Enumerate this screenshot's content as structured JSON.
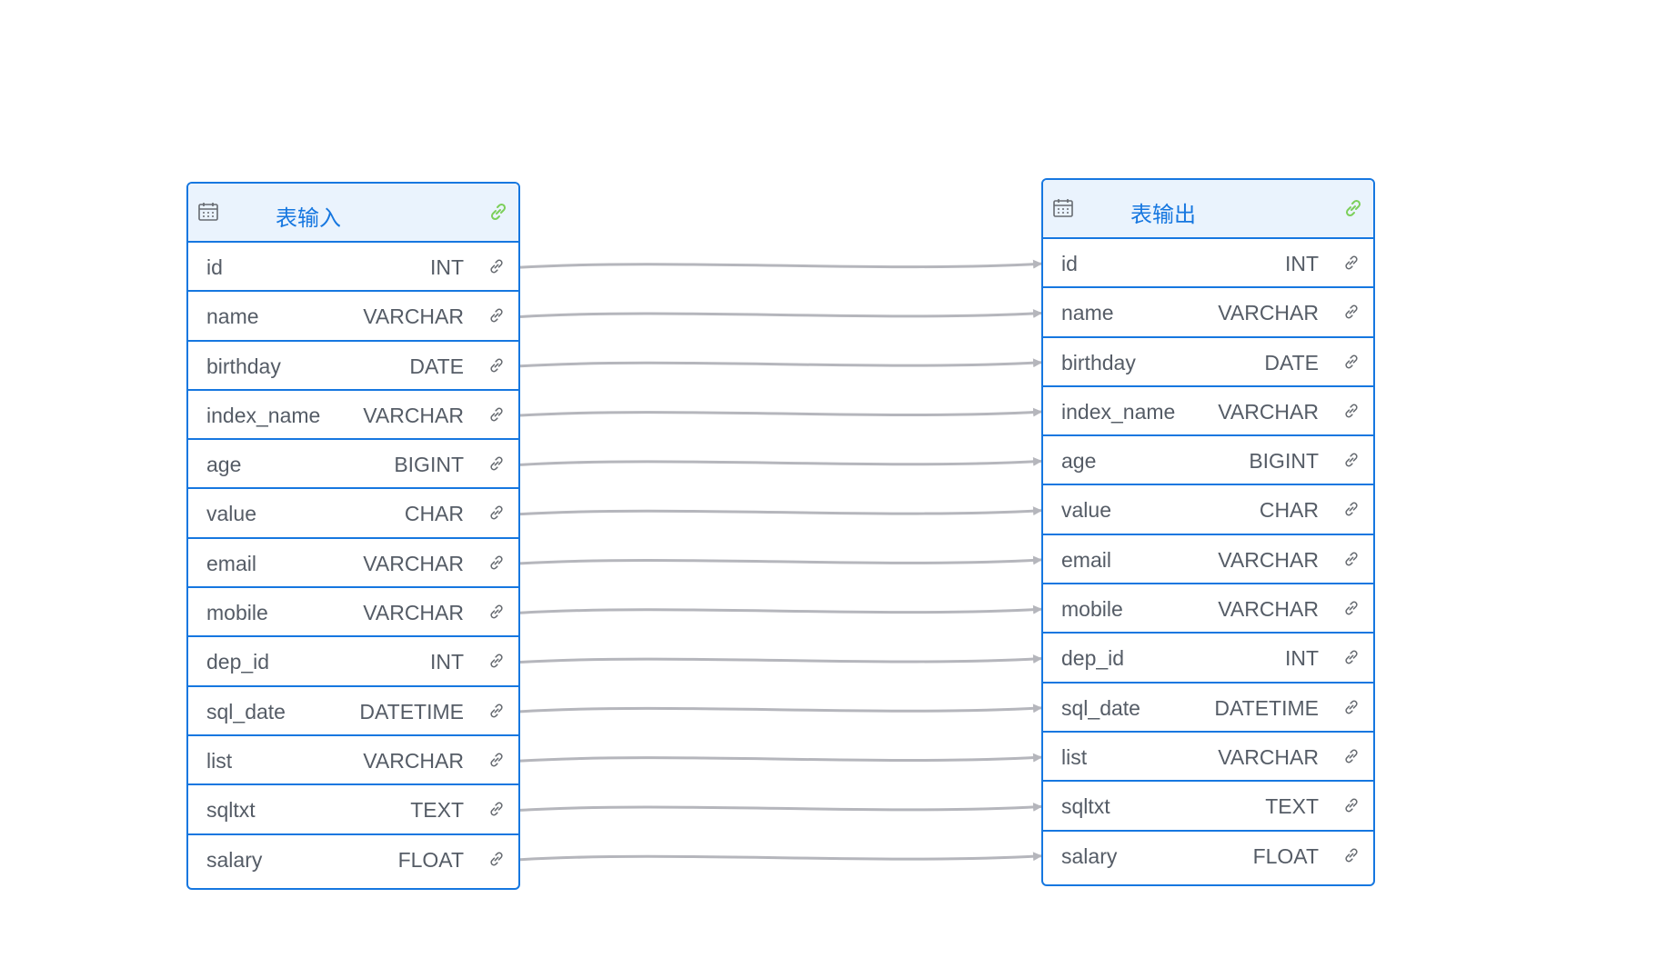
{
  "nodes": {
    "input": {
      "title": "表输入",
      "icon": "calendar-icon",
      "link_icon": "link-icon",
      "fields": [
        {
          "name": "id",
          "type": "INT"
        },
        {
          "name": "name",
          "type": "VARCHAR"
        },
        {
          "name": "birthday",
          "type": "DATE"
        },
        {
          "name": "index_name",
          "type": "VARCHAR"
        },
        {
          "name": "age",
          "type": "BIGINT"
        },
        {
          "name": "value",
          "type": "CHAR"
        },
        {
          "name": "email",
          "type": "VARCHAR"
        },
        {
          "name": "mobile",
          "type": "VARCHAR"
        },
        {
          "name": "dep_id",
          "type": "INT"
        },
        {
          "name": "sql_date",
          "type": "DATETIME"
        },
        {
          "name": "list",
          "type": "VARCHAR"
        },
        {
          "name": "sqltxt",
          "type": "TEXT"
        },
        {
          "name": "salary",
          "type": "FLOAT"
        }
      ]
    },
    "output": {
      "title": "表输出",
      "icon": "calendar-icon",
      "link_icon": "link-icon",
      "fields": [
        {
          "name": "id",
          "type": "INT"
        },
        {
          "name": "name",
          "type": "VARCHAR"
        },
        {
          "name": "birthday",
          "type": "DATE"
        },
        {
          "name": "index_name",
          "type": "VARCHAR"
        },
        {
          "name": "age",
          "type": "BIGINT"
        },
        {
          "name": "value",
          "type": "CHAR"
        },
        {
          "name": "email",
          "type": "VARCHAR"
        },
        {
          "name": "mobile",
          "type": "VARCHAR"
        },
        {
          "name": "dep_id",
          "type": "INT"
        },
        {
          "name": "sql_date",
          "type": "DATETIME"
        },
        {
          "name": "list",
          "type": "VARCHAR"
        },
        {
          "name": "sqltxt",
          "type": "TEXT"
        },
        {
          "name": "salary",
          "type": "FLOAT"
        }
      ]
    }
  },
  "colors": {
    "border": "#1677e0",
    "header_bg": "#eaf3fd",
    "title": "#1677e0",
    "text": "#555c66",
    "edge": "#b5b6bc",
    "header_link": "#7ccf5a",
    "field_link": "#666a70",
    "header_icon": "#666a70"
  }
}
